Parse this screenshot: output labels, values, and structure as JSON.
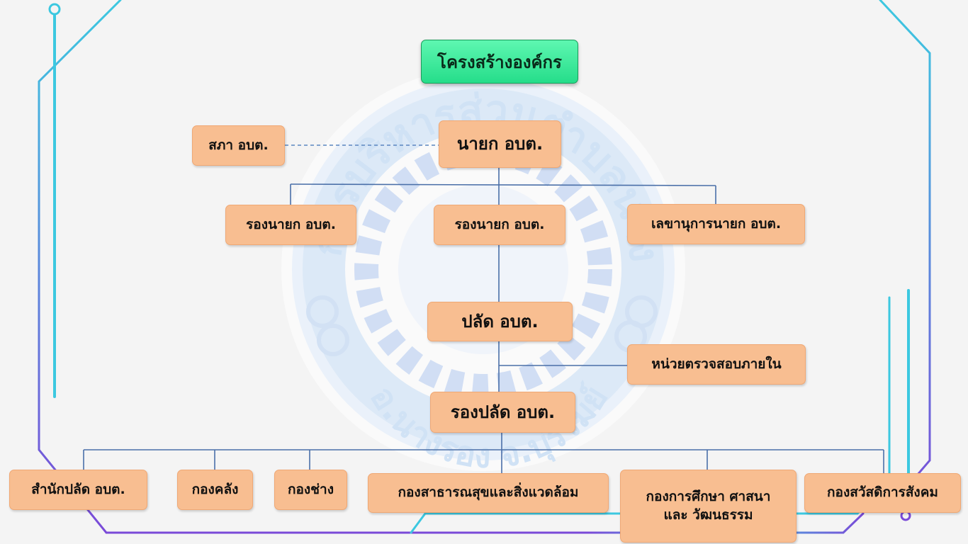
{
  "title": "โครงสร้างองค์กร",
  "watermark": {
    "seal_text": "องค์การบริหารส่วนตำบลนางรอง",
    "seal_subtext": "อ.นางรอง จ.บุรีรัมย์"
  },
  "colors": {
    "box_fill": "#f8be91",
    "title_fill": "#34e898",
    "connector": "#4a6fa8",
    "frame_cyan": "#3cc8e0",
    "frame_purple": "#7a4ad8"
  },
  "nodes": {
    "council": "สภา อบต.",
    "mayor": "นายก อบต.",
    "deputy_mayor_1": "รองนายก อบต.",
    "deputy_mayor_2": "รองนายก อบต.",
    "mayor_secretary": "เลขานุการนายก อบต.",
    "chief_admin": "ปลัด อบต.",
    "internal_audit": "หน่วยตรวจสอบภายใน",
    "deputy_chief_admin": "รองปลัด อบต.",
    "office_of_chief": "สำนักปลัด อบต.",
    "finance_division": "กองคลัง",
    "engineering_division": "กองช่าง",
    "public_health_division": "กองสาธารณสุขและสิ่งแวดล้อม",
    "education_division": "กองการศึกษา ศาสนา\nและ วัฒนธรรม",
    "social_welfare_division": "กองสวัสดิการสังคม"
  }
}
